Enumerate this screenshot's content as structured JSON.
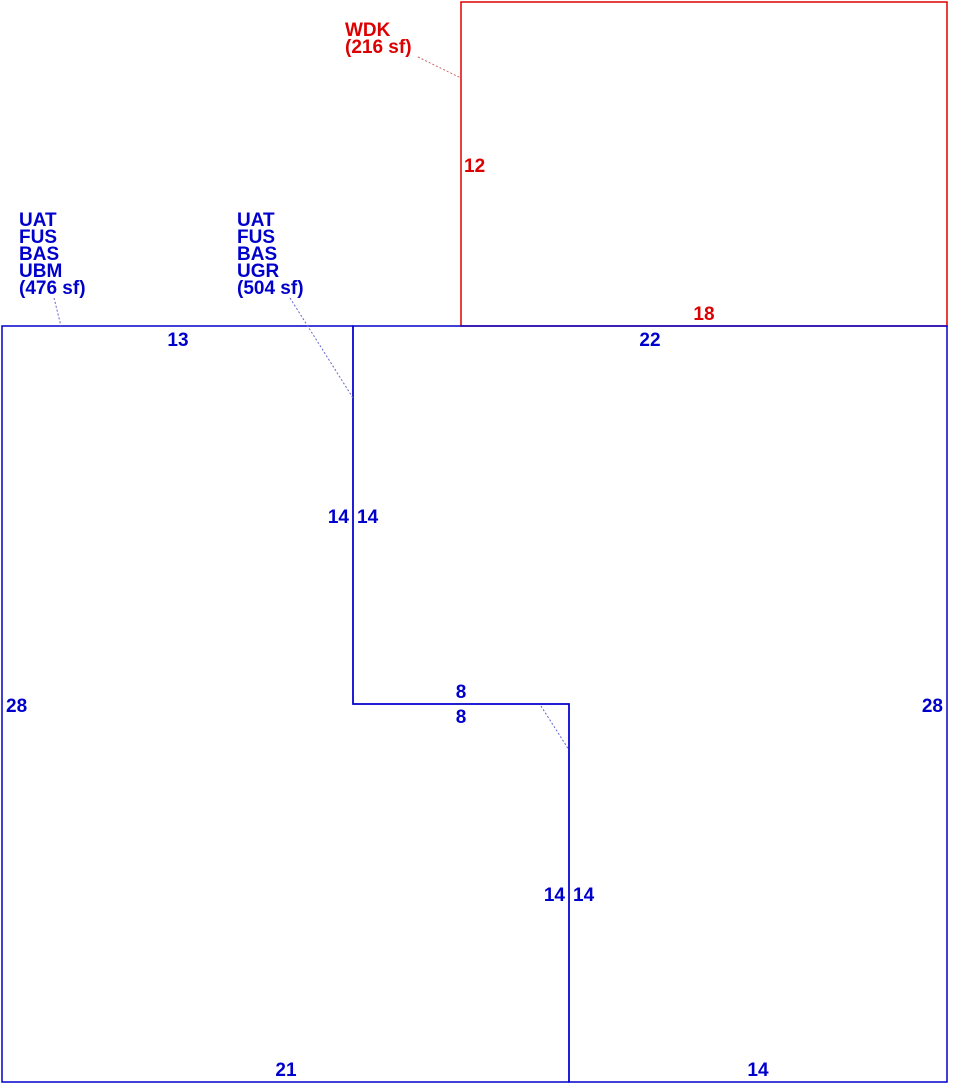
{
  "colors": {
    "main": "#0000cc",
    "deck": "#dd0000",
    "leader": "#6666cc",
    "deck_leader": "#cc6666"
  },
  "areas": {
    "left": {
      "codes": [
        "UAT",
        "FUS",
        "BAS",
        "UBM"
      ],
      "area": "(476 sf)"
    },
    "right": {
      "codes": [
        "UAT",
        "FUS",
        "BAS",
        "UGR"
      ],
      "area": "(504 sf)"
    },
    "deck": {
      "codes": [
        "WDK"
      ],
      "area": "(216 sf)"
    }
  },
  "dimensions": {
    "left_top": "13",
    "left_side": "28",
    "left_bottom": "21",
    "left_inner_upper": "14",
    "left_inner_step": "8",
    "left_inner_lower": "14",
    "right_top": "22",
    "right_side": "28",
    "right_bottom": "14",
    "right_inner_upper": "14",
    "right_inner_step": "8",
    "right_inner_lower": "14",
    "deck_side": "12",
    "deck_bottom": "18"
  }
}
